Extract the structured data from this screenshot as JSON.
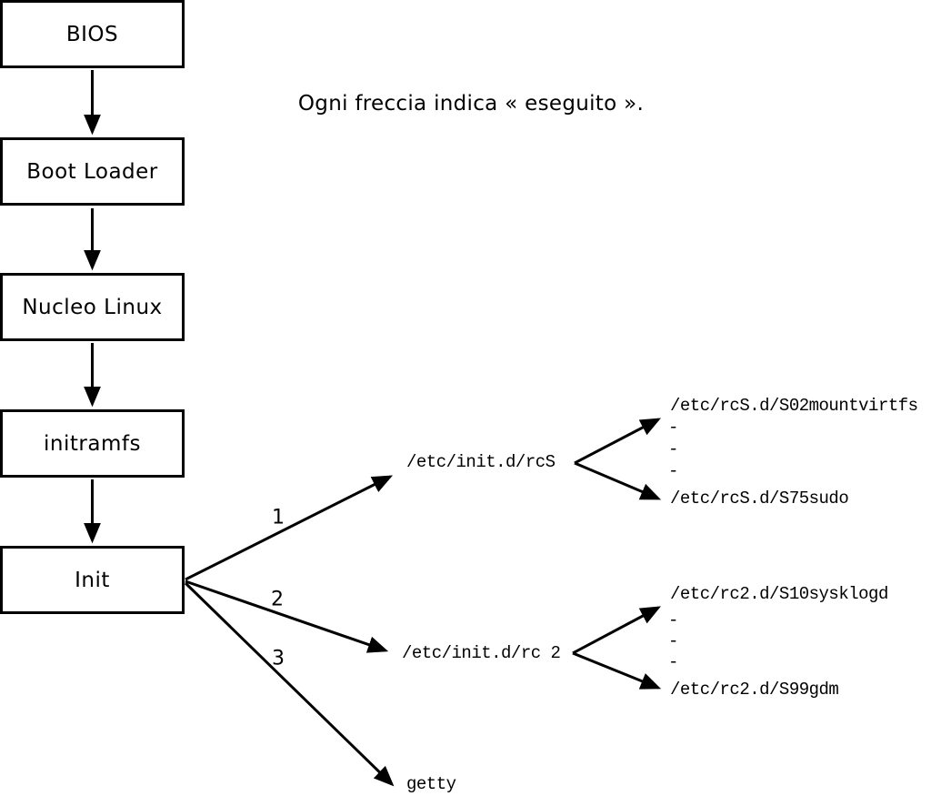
{
  "caption": "Ogni freccia indica « eseguito ».",
  "boot_chain": {
    "bios": "BIOS",
    "boot_loader": "Boot Loader",
    "kernel": "Nucleo Linux",
    "initramfs": "initramfs",
    "init": "Init"
  },
  "branch_labels": {
    "first": "1",
    "second": "2",
    "third": "3"
  },
  "rcs": {
    "script": "/etc/init.d/rcS",
    "items": [
      "/etc/rcS.d/S02mountvirtfs",
      "-",
      "-",
      "-",
      "/etc/rcS.d/S75sudo"
    ]
  },
  "rc2": {
    "script": "/etc/init.d/rc 2",
    "items": [
      "/etc/rc2.d/S10sysklogd",
      "-",
      "-",
      "-",
      "/etc/rc2.d/S99gdm"
    ]
  },
  "getty": {
    "label": "getty"
  },
  "colors": {
    "ink": "#000000",
    "background": "#ffffff"
  }
}
